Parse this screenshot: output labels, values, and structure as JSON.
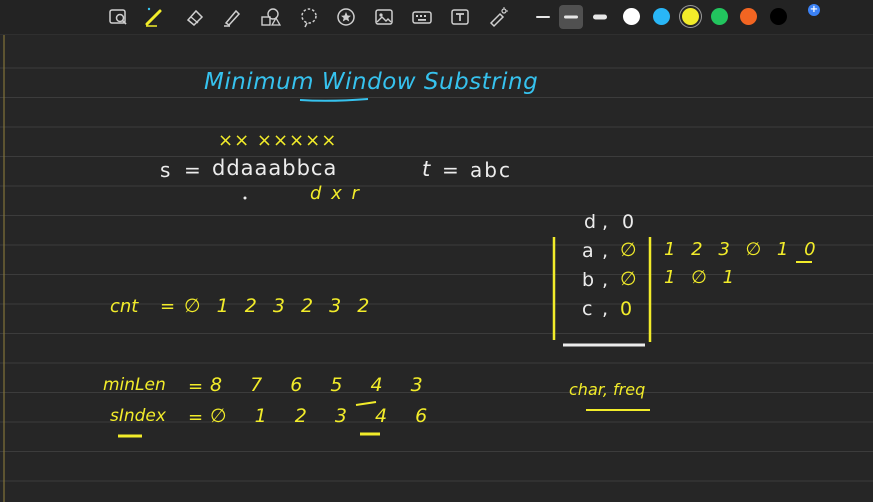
{
  "toolbar": {
    "tools": [
      {
        "name": "lasso-search-icon"
      },
      {
        "name": "pen-icon"
      },
      {
        "name": "eraser-icon"
      },
      {
        "name": "highlighter-icon"
      },
      {
        "name": "shapes-icon"
      },
      {
        "name": "lasso-select-icon"
      },
      {
        "name": "sticker-icon"
      },
      {
        "name": "image-icon"
      },
      {
        "name": "keyboard-icon"
      },
      {
        "name": "text-box-icon"
      },
      {
        "name": "laser-pointer-icon"
      }
    ],
    "stroke_widths": [
      "thin",
      "medium",
      "thick"
    ],
    "active_stroke": "medium",
    "colors": [
      "#ffffff",
      "#29b6f6",
      "#f2ec2a",
      "#22c55e",
      "#f26522",
      "#000000"
    ],
    "selected_color": "#f2ec2a",
    "add_color_icon": "plus-icon"
  },
  "canvas": {
    "title": "Minimum Window Substring",
    "crosses": "×× ×××××",
    "s_label": "s",
    "equals": "=",
    "s_value": "ddaaabbca",
    "t_label": "t",
    "t_value": "abc",
    "under_s": "d x r",
    "cnt_label": "cnt",
    "cnt_values": "∅ 1 2 3 2 3 2",
    "minlen_label": "minLen",
    "minlen_values": "8 7 6 5 4 3",
    "sindex_label": "sIndex",
    "sindex_values": "∅ 1 2 3 4 6",
    "map_rows": [
      {
        "key": "d",
        "value": "0"
      },
      {
        "key": "a",
        "value": "∅"
      },
      {
        "key": "b",
        "value": "∅"
      },
      {
        "key": "c",
        "value": "0"
      }
    ],
    "a_history": "1 2 3 ∅ 1 0",
    "b_history": "1 ∅ 1",
    "map_caption": "char, freq"
  },
  "colors": {
    "background": "#262626",
    "ink_yellow": "#f2ec2a",
    "ink_white": "#ececec",
    "ink_cyan": "#36c2ee"
  }
}
